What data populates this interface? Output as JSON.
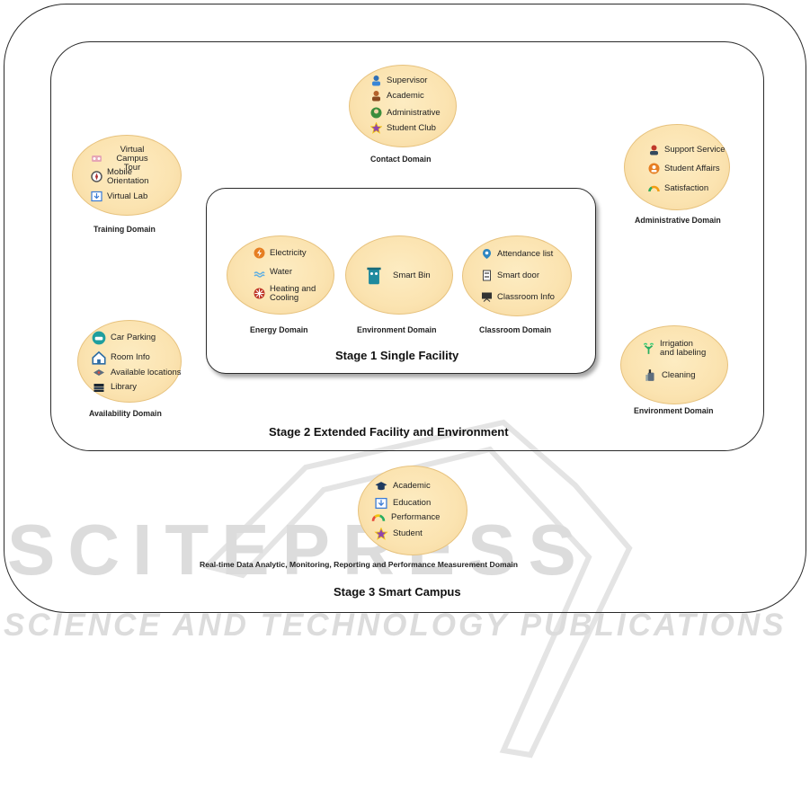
{
  "stages": {
    "stage1": "Stage 1 Single Facility",
    "stage2": "Stage 2 Extended Facility and Environment",
    "stage3": "Stage 3 Smart Campus"
  },
  "domains": {
    "contact": {
      "label": "Contact Domain",
      "items": [
        "Supervisor",
        "Academic",
        "Administrative",
        "Student Club"
      ]
    },
    "training": {
      "label": "Training Domain",
      "items": [
        "Virtual Campus Tour",
        "Mobile Orientation",
        "Virtual Lab"
      ]
    },
    "administrative": {
      "label": "Administrative Domain",
      "items": [
        "Support Service",
        "Student Affairs",
        "Satisfaction"
      ]
    },
    "energy": {
      "label": "Energy Domain",
      "items": [
        "Electricity",
        "Water",
        "Heating and Cooling"
      ]
    },
    "environment_inner": {
      "label": "Environment Domain",
      "items": [
        "Smart Bin"
      ]
    },
    "classroom": {
      "label": "Classroom Domain",
      "items": [
        "Attendance list",
        "Smart door",
        "Classroom Info"
      ]
    },
    "availability": {
      "label": "Availability Domain",
      "items": [
        "Car Parking",
        "Room Info",
        "Available locations",
        "Library"
      ]
    },
    "environment_outer": {
      "label": "Environment Domain",
      "items": [
        "Irrigation and labeling",
        "Cleaning"
      ]
    },
    "realtime": {
      "label": "Real-time Data Analytic, Monitoring, Reporting and Performance Measurement Domain",
      "items": [
        "Academic",
        "Education",
        "Performance",
        "Student"
      ]
    }
  },
  "watermark": {
    "main": "SCITEPRESS",
    "sub": "SCIENCE AND TECHNOLOGY PUBLICATIONS"
  },
  "colors": {
    "bubble_fill": "#fbe3b0",
    "bubble_border": "#e7c27d",
    "frame": "#2a2a2a",
    "watermark": "#dcdcdc"
  }
}
